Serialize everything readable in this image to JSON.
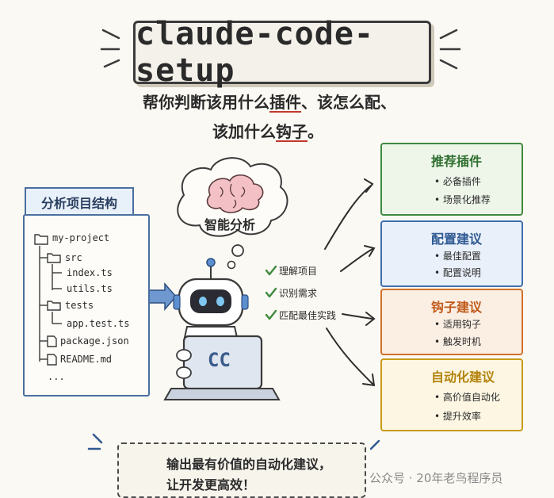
{
  "title": "claude-code-setup",
  "subtitle": {
    "line1_a": "帮你判断该用什么",
    "line1_b": "插件",
    "line1_c": "、该怎么配、",
    "line2_a": "该加什么",
    "line2_b": "钩子",
    "line2_c": "。"
  },
  "structure": {
    "header": "分析项目结构",
    "items": [
      "my-project",
      "src",
      "index.ts",
      "utils.ts",
      "tests",
      "app.test.ts",
      "package.json",
      "README.md",
      "..."
    ]
  },
  "brain_label": "智能分析",
  "checks": [
    "理解项目",
    "识别需求",
    "匹配最佳实践"
  ],
  "laptop_label": "CC",
  "cards": [
    {
      "title": "推荐插件",
      "items": [
        "必备插件",
        "场景化推荐"
      ],
      "color": "#3f8a3f",
      "bg": "#eef6ea",
      "icon": "puzzle-icon"
    },
    {
      "title": "配置建议",
      "items": [
        "最佳配置",
        "配置说明"
      ],
      "color": "#3e6fae",
      "bg": "#e9f0fa",
      "icon": "gear-icon"
    },
    {
      "title": "钩子建议",
      "items": [
        "适用钩子",
        "触发时机"
      ],
      "color": "#d1702a",
      "bg": "#fbefe4",
      "icon": "hook-icon"
    },
    {
      "title": "自动化建议",
      "items": [
        "高价值自动化",
        "提升效率"
      ],
      "color": "#c99a1a",
      "bg": "#fcf6e3",
      "icon": "lightbulb-icon"
    }
  ],
  "bottom": {
    "line1": "输出最有价值的自动化建议，",
    "line2": "让开发更高效！"
  },
  "watermark": "公众号 · 20年老鸟程序员"
}
